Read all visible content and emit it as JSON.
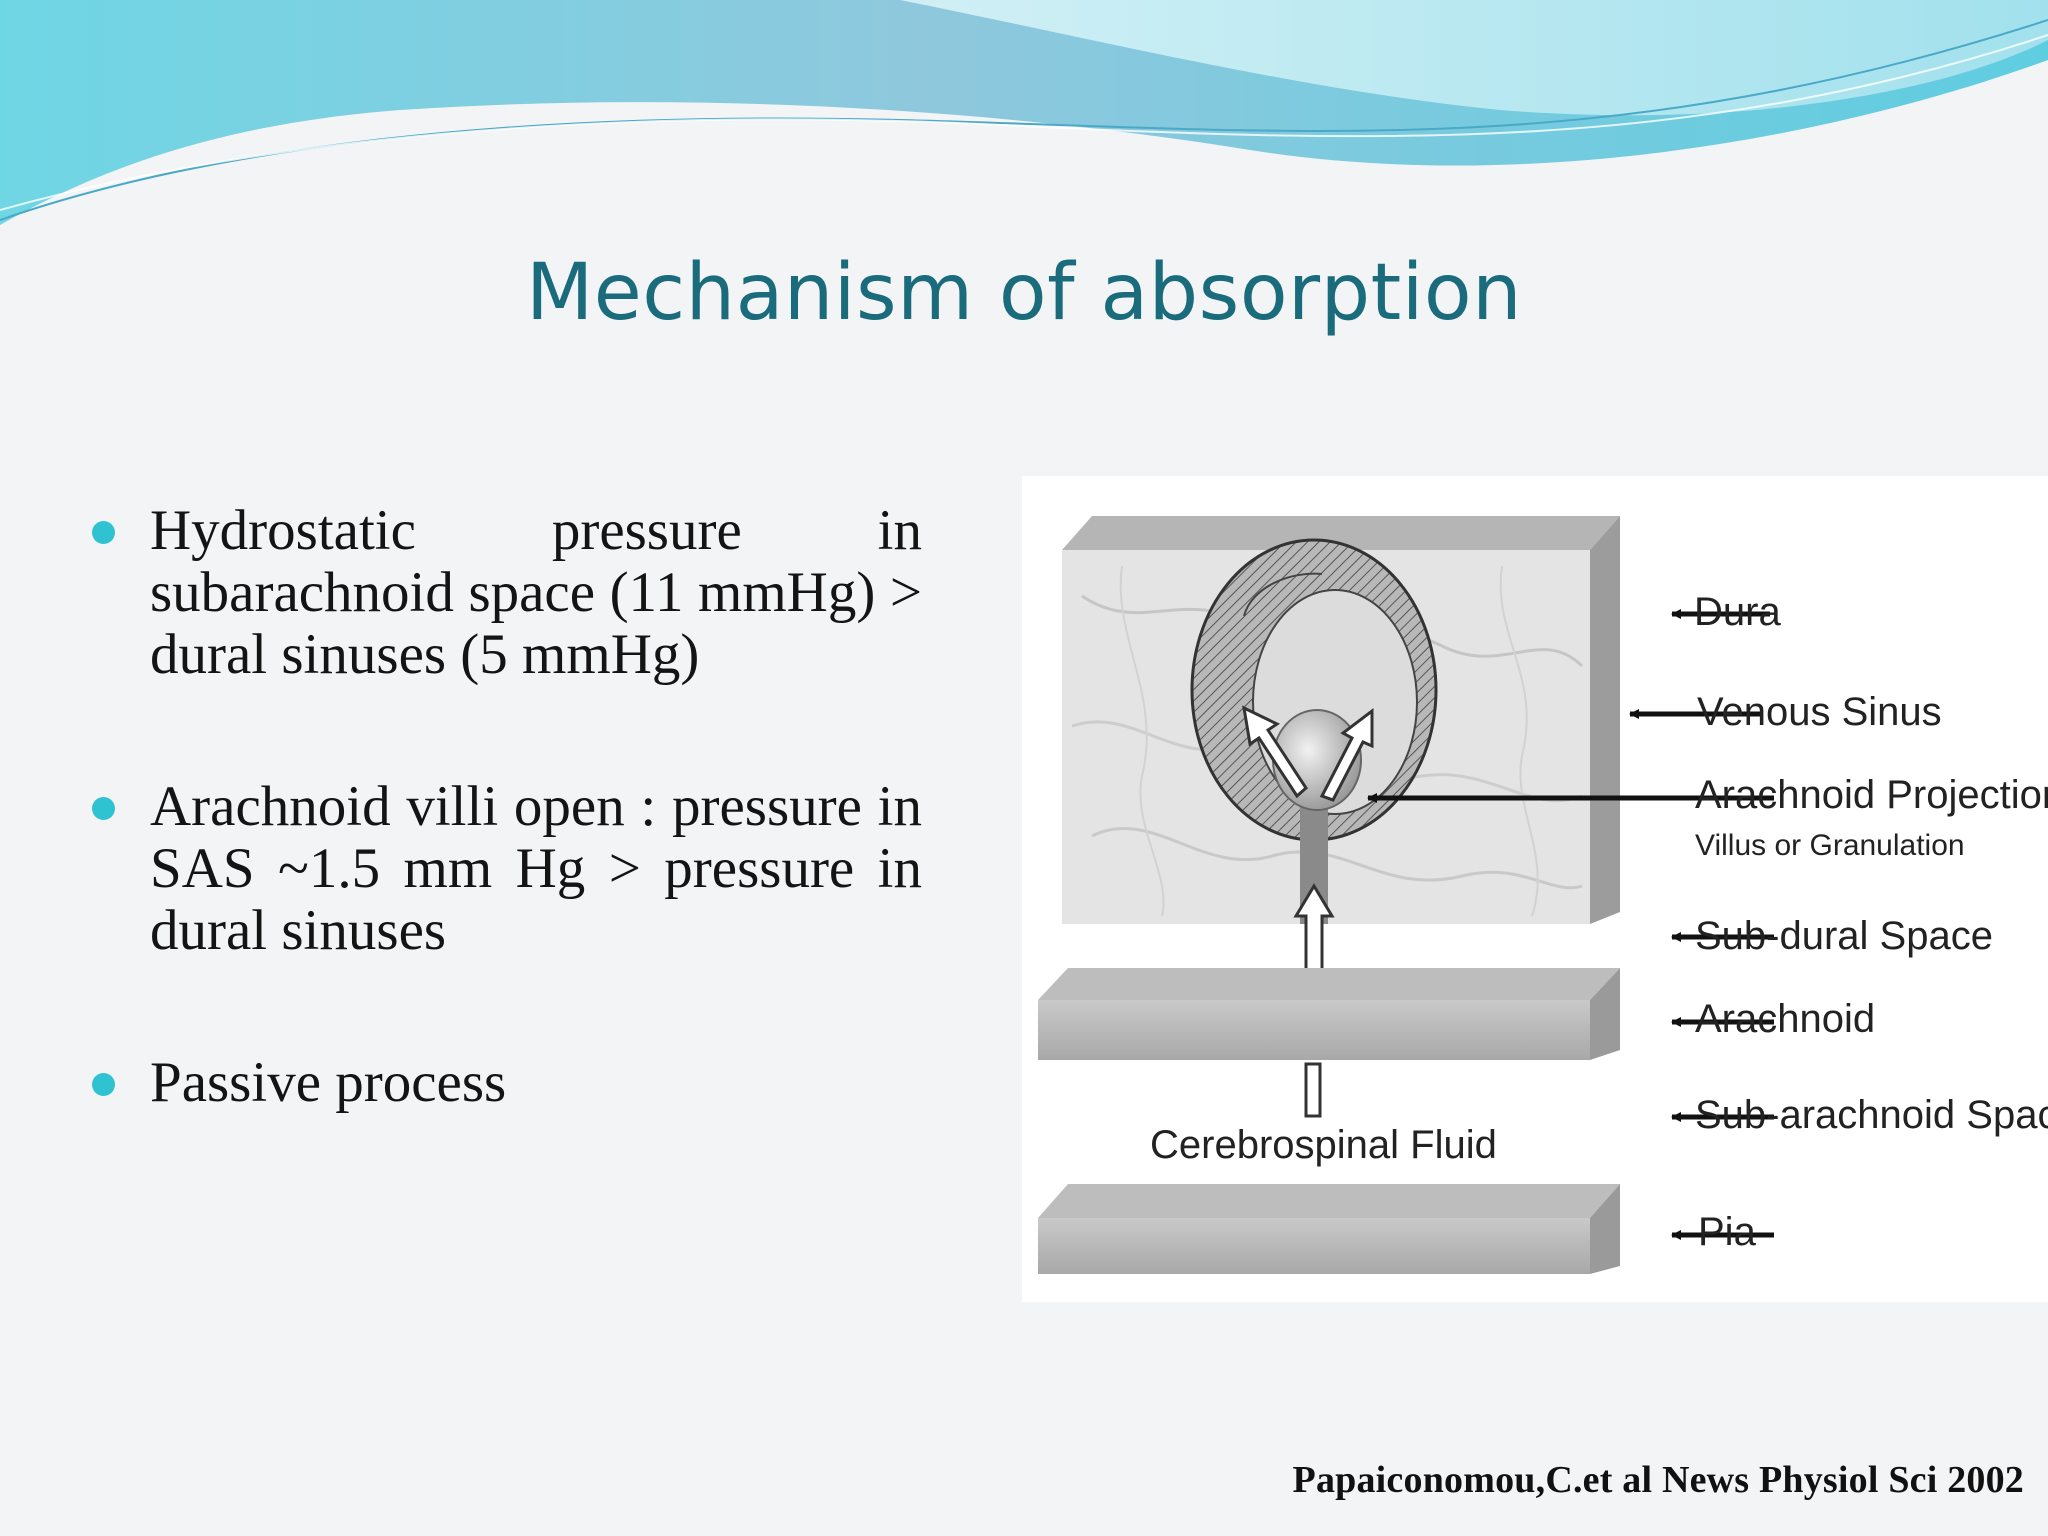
{
  "slide": {
    "title": "Mechanism of absorption",
    "bullets": [
      "Hydrostatic pressure in subarachnoid space (11 mmHg) > dural sinuses (5 mmHg)",
      "Arachnoid villi open : pressure in SAS ~1.5 mm Hg > pressure in dural sinuses",
      "Passive process"
    ],
    "citation": "Papaiconomou,C.et al News Physiol Sci  2002"
  },
  "diagram": {
    "labels": {
      "dura": "Dura",
      "venous_sinus": "Venous Sinus",
      "arachnoid_projection": "Arachnoid Projection",
      "villus_granulation": "Villus or Granulation",
      "subdural_space": "Sub-dural Space",
      "arachnoid": "Arachnoid",
      "subarachnoid_space": "Sub-arachnoid Space",
      "pia": "Pia",
      "csf": "Cerebrospinal Fluid"
    }
  },
  "colors": {
    "title": "#1a6b7c",
    "bullet": "#2fc2d1",
    "wave_light": "#bfeef5",
    "wave_dark": "#7cc3d6"
  }
}
